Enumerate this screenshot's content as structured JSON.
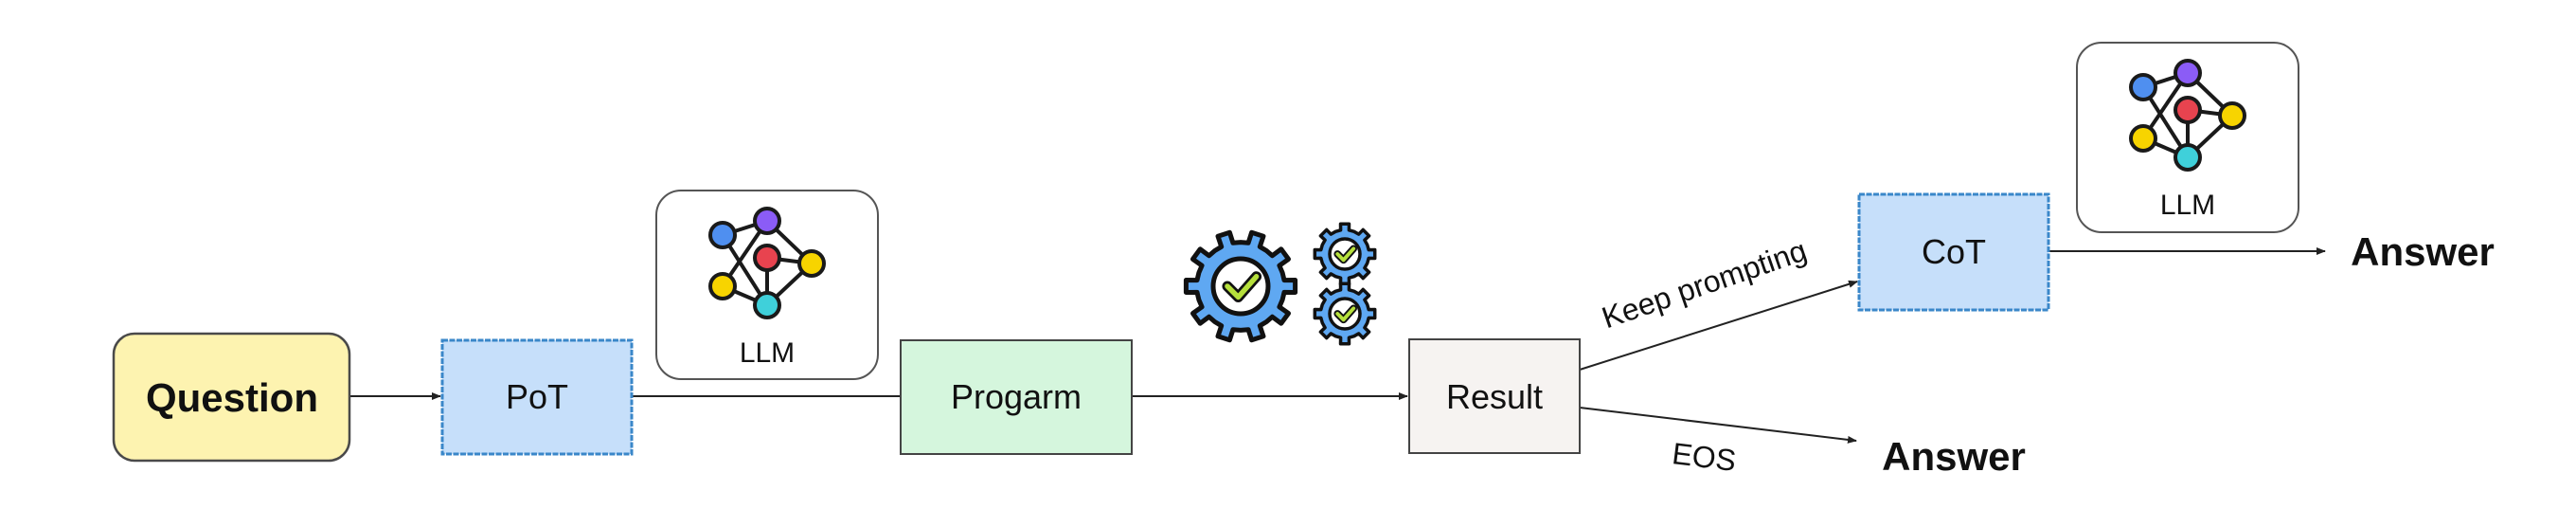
{
  "nodes": {
    "question": {
      "label": "Question",
      "fill": "#fdf3b0",
      "stroke": "#4a4a4a"
    },
    "pot": {
      "label": "PoT",
      "fill": "#c6dffa",
      "stroke": "#3a87c9"
    },
    "llm_1": {
      "label": "LLM"
    },
    "program": {
      "label": "Progarm",
      "fill": "#d5f6dd",
      "stroke": "#444444"
    },
    "result": {
      "label": "Result",
      "fill": "#f6f3f1",
      "stroke": "#444444"
    },
    "cot": {
      "label": "CoT",
      "fill": "#c6dffa",
      "stroke": "#3a87c9"
    },
    "llm_2": {
      "label": "LLM"
    },
    "answer_top": {
      "label": "Answer"
    },
    "answer_bottom": {
      "label": "Answer"
    }
  },
  "edges": {
    "keep_prompting": {
      "label": "Keep prompting"
    },
    "eos": {
      "label": "EOS"
    }
  },
  "icons": {
    "llm": "neural-network-icon",
    "executor": "gear-check-icon"
  },
  "colors": {
    "node_blue": "#4f8ff0",
    "node_purple": "#8b5cf6",
    "node_red": "#e8434f",
    "node_yellow": "#f7d400",
    "node_cyan": "#3fd0da",
    "gear_blue": "#5fa8f2",
    "check_green": "#b6e03c",
    "line": "#222222"
  }
}
